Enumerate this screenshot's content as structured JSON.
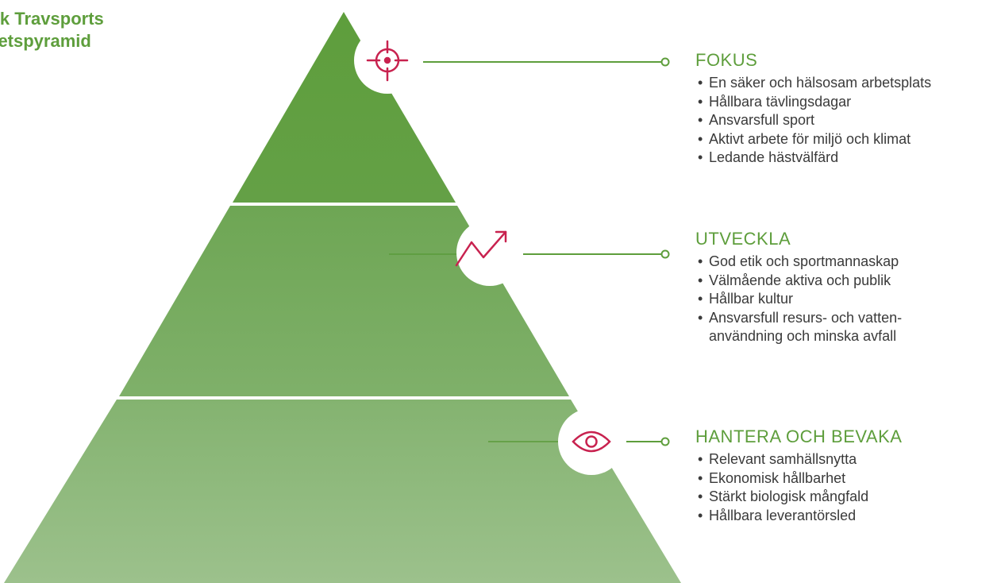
{
  "title": {
    "line1": "ensk Travsports",
    "line2": "oritetspyramid"
  },
  "colors": {
    "green": "#5e9e3c",
    "accent": "#c8224f",
    "text": "#3a3a3a"
  },
  "levels": [
    {
      "heading": "FOKUS",
      "icon": "target-icon",
      "items": [
        "En säker och hälsosam arbetsplats",
        "Hållbara tävlingsdagar",
        "Ansvarsfull sport",
        "Aktivt arbete för miljö och klimat",
        "Ledande hästvälfärd"
      ]
    },
    {
      "heading": "UTVECKLA",
      "icon": "trend-up-icon",
      "items": [
        "God etik och sportmannaskap",
        "Välmående aktiva och publik",
        "Hållbar kultur",
        "Ansvarsfull resurs- och vatten-",
        "användning och minska avfall"
      ]
    },
    {
      "heading": "HANTERA OCH BEVAKA",
      "icon": "eye-icon",
      "items": [
        "Relevant samhällsnytta",
        "Ekonomisk hållbarhet",
        "Stärkt biologisk mångfald",
        "Hållbara leverantörsled"
      ]
    }
  ]
}
